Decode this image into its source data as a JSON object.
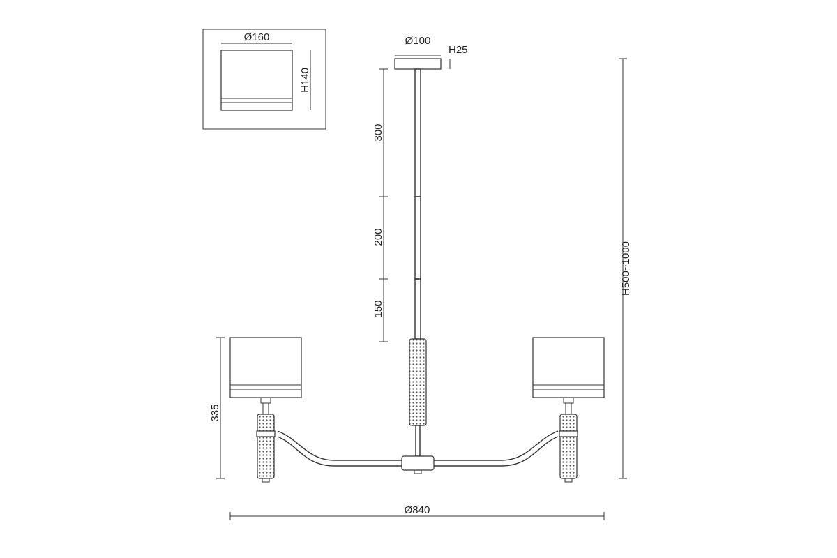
{
  "dimensions": {
    "shade_diameter": "Ø160",
    "shade_height": "H140",
    "canopy_diameter": "Ø100",
    "canopy_height": "H25",
    "rod_1": "300",
    "rod_2": "200",
    "rod_3": "150",
    "overall_height": "H500~1000",
    "arm_height": "335",
    "overall_width": "Ø840"
  },
  "colors": {
    "line": "#333333",
    "background": "#ffffff"
  }
}
